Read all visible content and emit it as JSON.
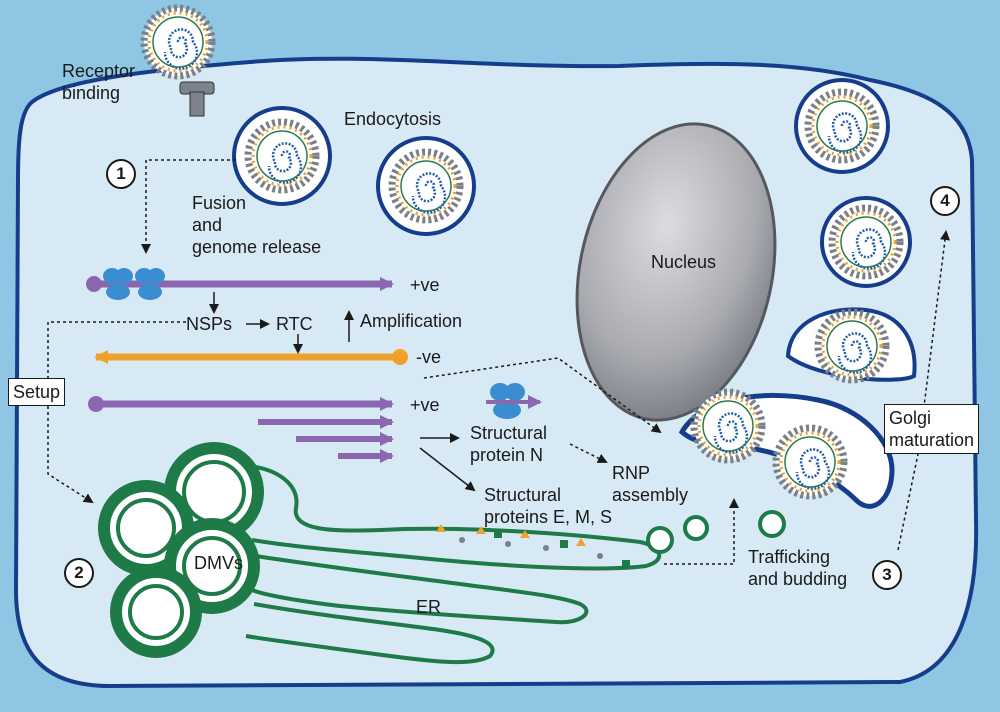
{
  "labels": {
    "receptor_binding": "Receptor\nbinding",
    "endocytosis": "Endocytosis",
    "fusion": "Fusion\nand\ngenome release",
    "nucleus": "Nucleus",
    "plus_ve_1": "+ve",
    "nsps": "NSPs",
    "rtc": "RTC",
    "amplification": "Amplification",
    "minus_ve": "-ve",
    "plus_ve_2": "+ve",
    "structural_n": "Structural\nprotein N",
    "rnp_assembly": "RNP\nassembly",
    "structural_ems": "Structural\nproteins E, M, S",
    "dmvs": "DMVs",
    "er": "ER",
    "trafficking": "Trafficking\nand budding"
  },
  "boxes": {
    "setup": "Setup",
    "golgi": "Golgi\nmaturation"
  },
  "steps": [
    "1",
    "2",
    "3",
    "4"
  ],
  "colors": {
    "cell_fill": "#d8e9f6",
    "cell_outline": "#163d8c",
    "background": "#8fc6e4",
    "positive_rna": "#8b67b0",
    "negative_rna": "#f0a12a",
    "er_dmv": "#1e7a46",
    "nucleus": "#a4a7ad",
    "ribosome": "#3a8dd0"
  },
  "icons": [
    "virion-icon",
    "receptor-icon",
    "ribosome-icon",
    "dmv-icon",
    "golgi-icon"
  ]
}
